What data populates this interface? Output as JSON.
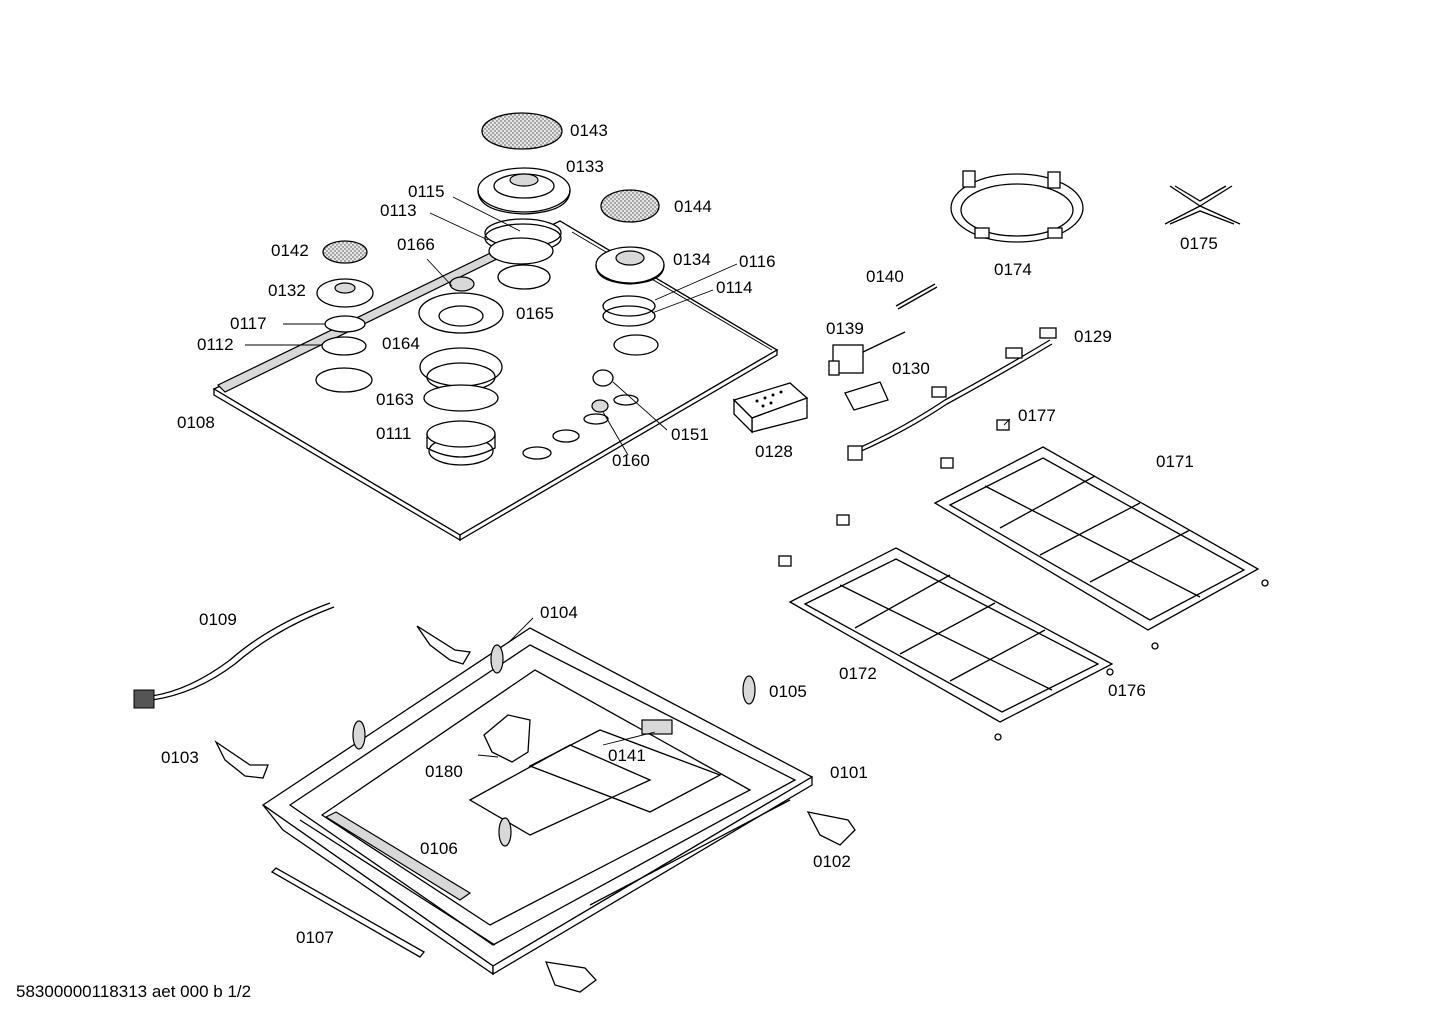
{
  "document_id": "58300000118313 aet 000 b 1/2",
  "labels": {
    "l0143": "0143",
    "l0133": "0133",
    "l0115": "0115",
    "l0113": "0113",
    "l0144": "0144",
    "l0142": "0142",
    "l0166": "0166",
    "l0132": "0132",
    "l0134": "0134",
    "l0116": "0116",
    "l0114": "0114",
    "l0165": "0165",
    "l0117": "0117",
    "l0112": "0112",
    "l0164": "0164",
    "l0163": "0163",
    "l0108": "0108",
    "l0111": "0111",
    "l0151": "0151",
    "l0160": "0160",
    "l0174": "0174",
    "l0175": "0175",
    "l0140": "0140",
    "l0139": "0139",
    "l0129": "0129",
    "l0130": "0130",
    "l0128": "0128",
    "l0177": "0177",
    "l0171": "0171",
    "l0172": "0172",
    "l0176": "0176",
    "l0109": "0109",
    "l0104": "0104",
    "l0105": "0105",
    "l0103": "0103",
    "l0180": "0180",
    "l0141": "0141",
    "l0101": "0101",
    "l0106": "0106",
    "l0102": "0102",
    "l0107": "0107"
  }
}
